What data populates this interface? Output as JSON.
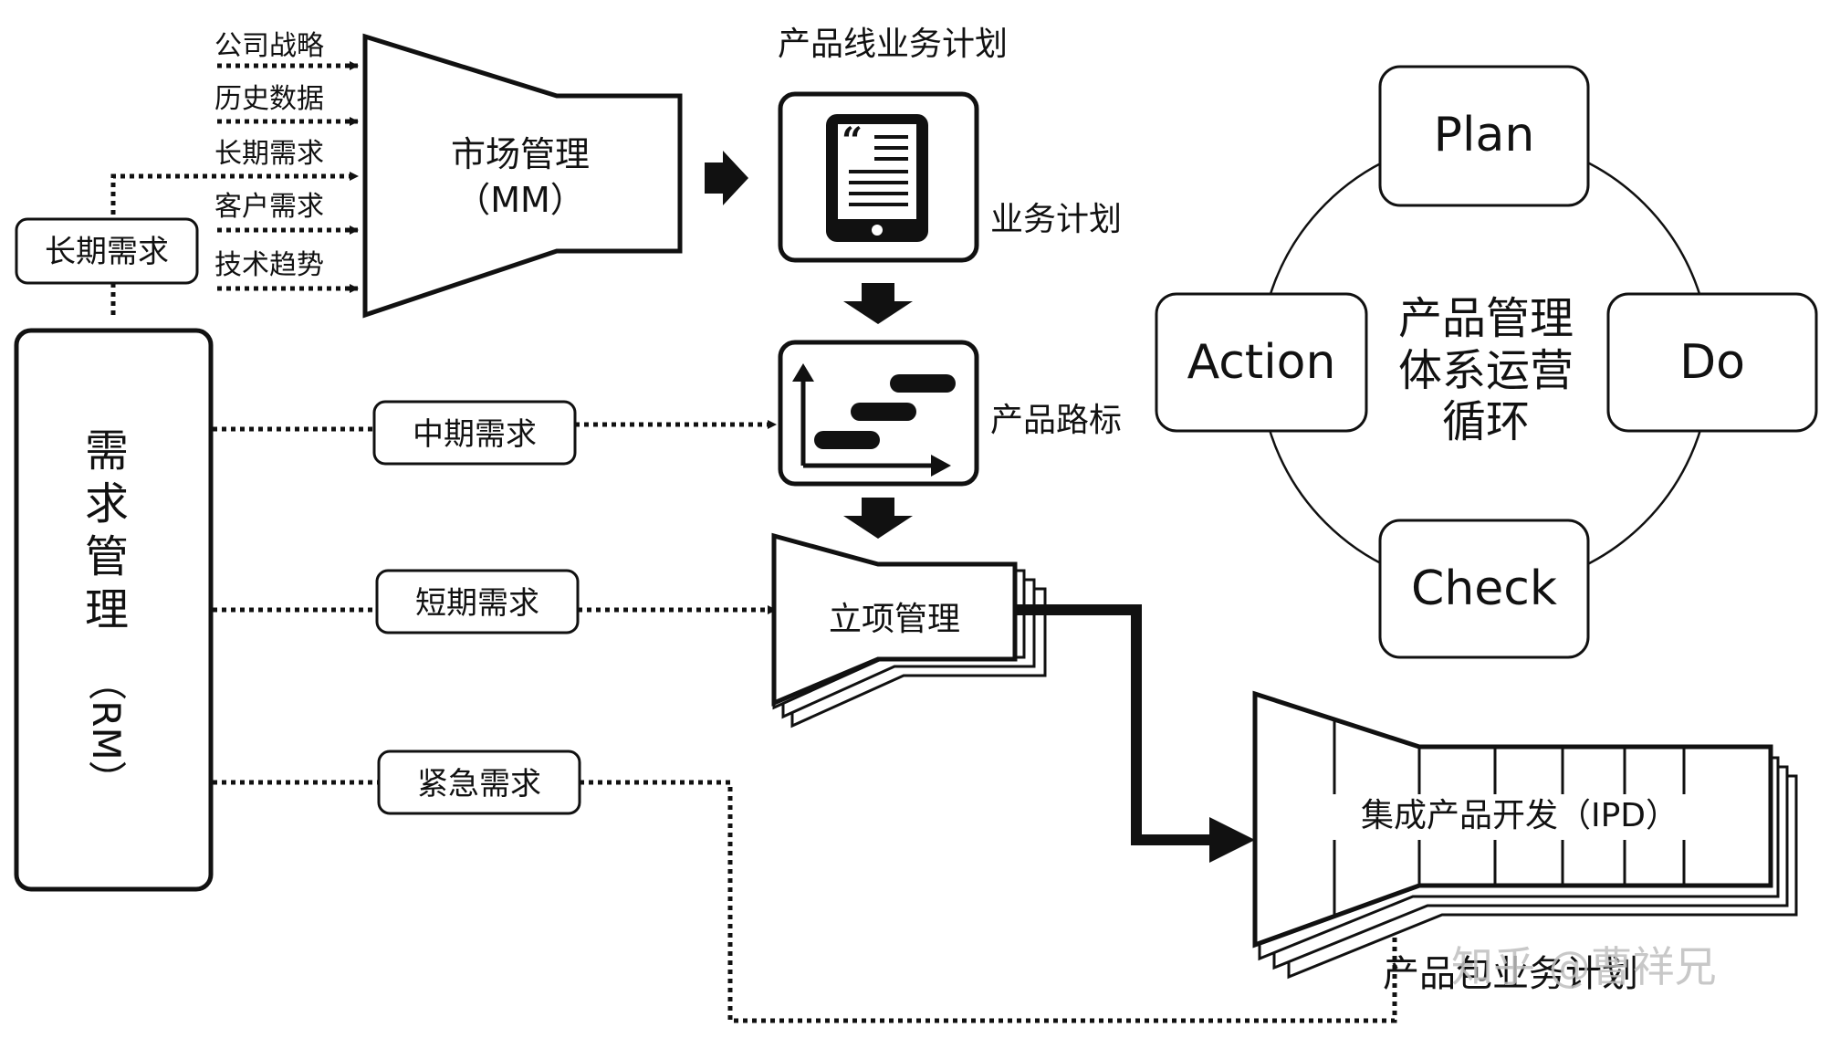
{
  "inputs": {
    "strategy": "公司战略",
    "history": "历史数据",
    "long_term": "长期需求",
    "customer": "客户需求",
    "tech_trend": "技术趋势"
  },
  "long_term_box": "长期需求",
  "mm": {
    "line1": "市场管理",
    "line2": "（MM）"
  },
  "product_line_plan": "产品线业务计划",
  "business_plan": "业务计划",
  "roadmap": "产品路标",
  "rm": {
    "chars": [
      "需",
      "求",
      "管",
      "理"
    ],
    "paren": "（RM）"
  },
  "mid_term": "中期需求",
  "short_term": "短期需求",
  "urgent": "紧急需求",
  "project_mgmt": "立项管理",
  "ipd": "集成产品开发（IPD）",
  "package_plan": "产品包业务计划",
  "pdca": {
    "plan": "Plan",
    "do": "Do",
    "check": "Check",
    "action": "Action",
    "center_line1": "产品管理",
    "center_line2": "体系运营",
    "center_line3": "循环"
  },
  "watermark": "知乎 @曹祥兄"
}
